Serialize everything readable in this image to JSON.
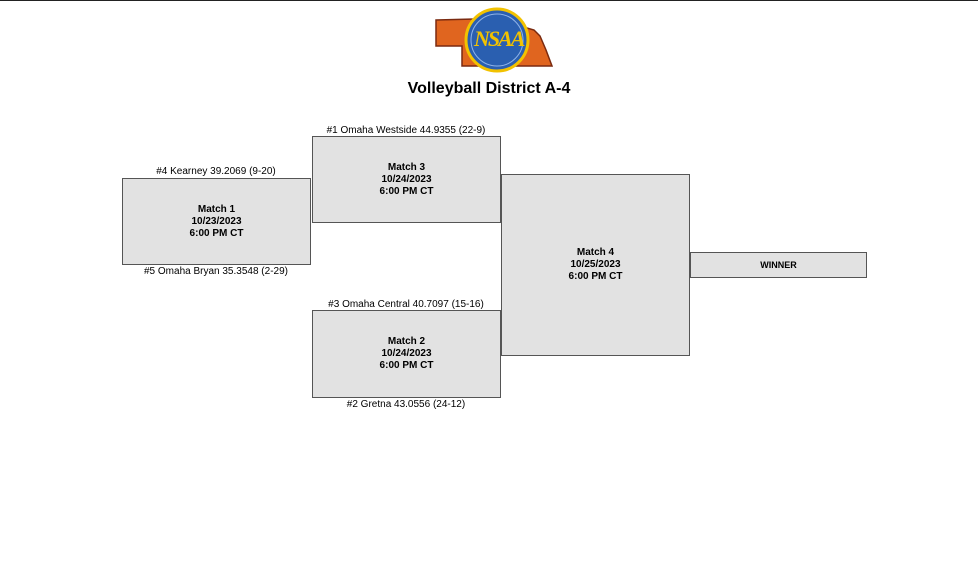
{
  "logo": {
    "text": "NSAA",
    "icon": "nsaa-nebraska-logo"
  },
  "title": "Volleyball District A-4",
  "matches": {
    "m1": {
      "name": "Match 1",
      "date": "10/23/2023",
      "time": "6:00 PM CT",
      "top_team": "#4 Kearney 39.2069 (9-20)",
      "bottom_team": "#5 Omaha Bryan 35.3548 (2-29)"
    },
    "m3": {
      "name": "Match 3",
      "date": "10/24/2023",
      "time": "6:00 PM CT",
      "top_team": "#1 Omaha Westside 44.9355 (22-9)"
    },
    "m2": {
      "name": "Match 2",
      "date": "10/24/2023",
      "time": "6:00 PM CT",
      "top_team": "#3 Omaha Central 40.7097 (15-16)",
      "bottom_team": "#2 Gretna 43.0556 (24-12)"
    },
    "m4": {
      "name": "Match 4",
      "date": "10/25/2023",
      "time": "6:00 PM CT"
    }
  },
  "winner_label": "WINNER",
  "colors": {
    "box_fill": "#e2e2e2",
    "logo_orange": "#e0651f",
    "logo_blue": "#2a5fb0",
    "logo_gold": "#f2c200"
  }
}
